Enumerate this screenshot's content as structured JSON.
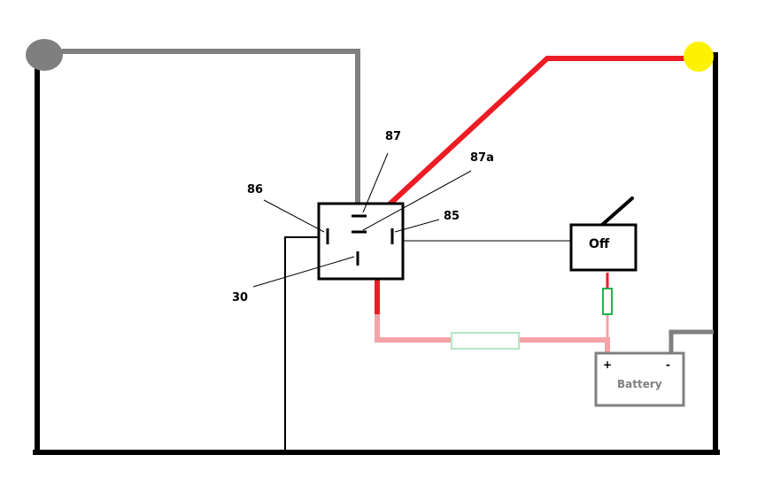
{
  "relay": {
    "pins": {
      "p87": "87",
      "p87a": "87a",
      "p86": "86",
      "p85": "85",
      "p30": "30"
    }
  },
  "switch": {
    "state_label": "Off"
  },
  "battery": {
    "label": "Battery",
    "positive": "+",
    "negative": "-"
  },
  "colors": {
    "ground_wire": "#000000",
    "gray_wire": "#808080",
    "red_wire": "#ed1c24",
    "pink_wire": "#f4a3a8",
    "fuse_green": "#b5e6c3",
    "switch_fuse_green": "#22b14c",
    "lamp_gray": "#7f7f7f",
    "lamp_yellow": "#fff200"
  }
}
